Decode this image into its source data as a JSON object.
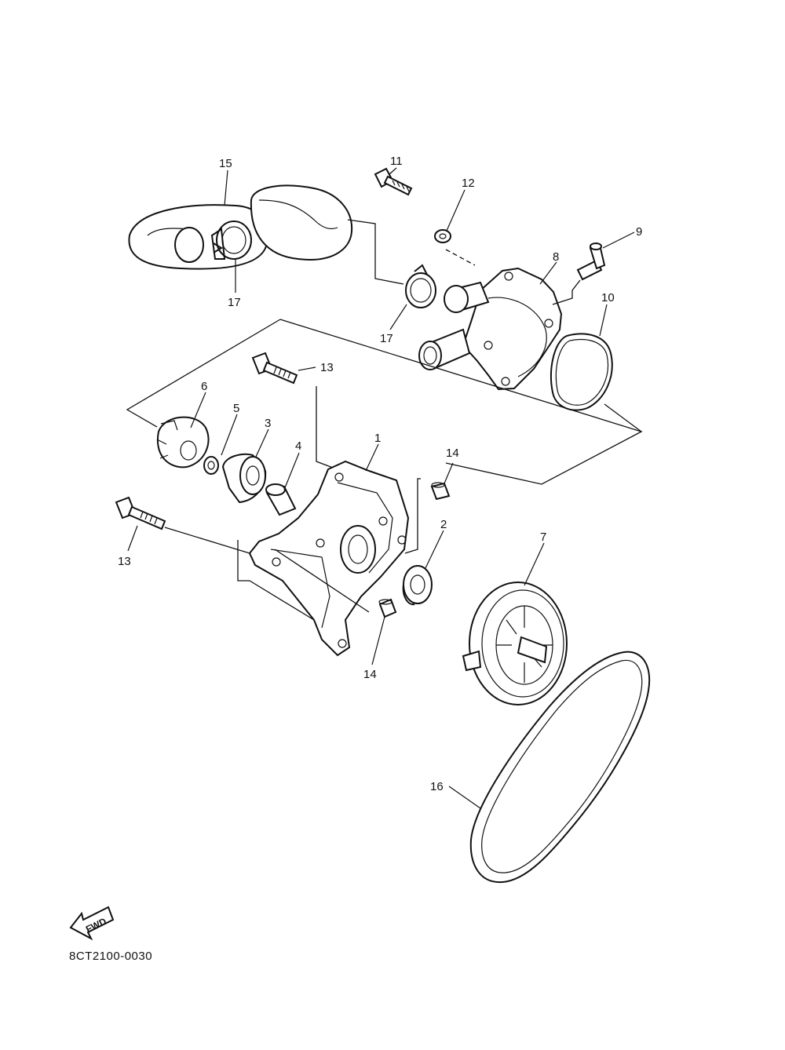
{
  "diagram": {
    "callouts": [
      "1",
      "2",
      "3",
      "4",
      "5",
      "6",
      "7",
      "8",
      "9",
      "10",
      "11",
      "12",
      "13",
      "13",
      "14",
      "14",
      "15",
      "16",
      "17",
      "17"
    ],
    "fwd_label": "FWD",
    "drawing_code": "8CT2100-0030"
  }
}
